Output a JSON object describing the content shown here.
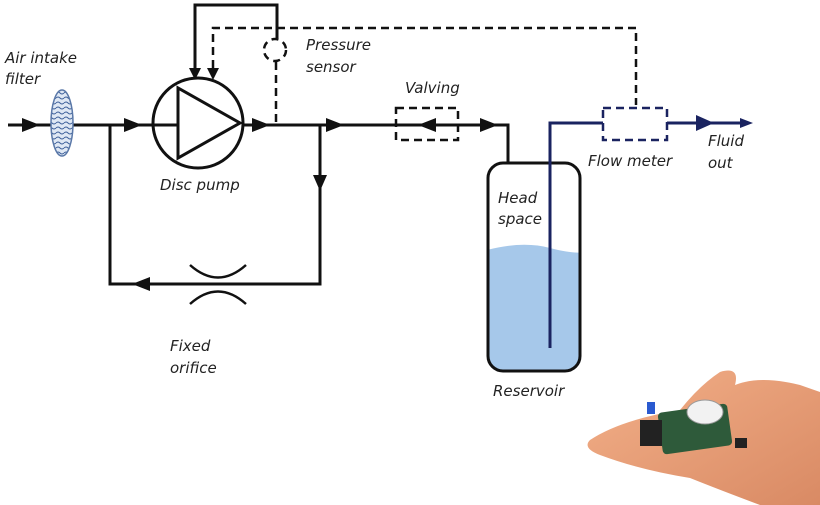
{
  "labels": {
    "air_intake_1": "Air intake",
    "air_intake_2": "filter",
    "pressure_1": "Pressure",
    "pressure_2": "sensor",
    "disc_pump": "Disc pump",
    "valving": "Valving",
    "head_1": "Head",
    "head_2": "space",
    "flow_meter": "Flow meter",
    "fluid_1": "Fluid",
    "fluid_2": "out",
    "fixed_1": "Fixed",
    "fixed_2": "orifice",
    "reservoir": "Reservoir"
  },
  "colors": {
    "line": "#111111",
    "fluid_line": "#1a2360",
    "fluid": "#a6c8ea",
    "filter": "#b9cde6"
  }
}
